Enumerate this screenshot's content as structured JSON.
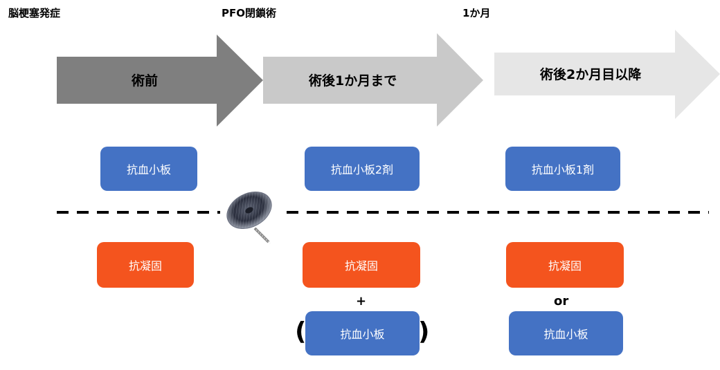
{
  "timeline": {
    "onset_label": "脳梗塞発症",
    "procedure_label": "PFO閉鎖術",
    "one_month_label": "1か月"
  },
  "phases": [
    {
      "label": "術前",
      "color": "#7F7F7F"
    },
    {
      "label": "術後1か月まで",
      "color": "#C9C9C9"
    },
    {
      "label": "術後2か月目以降",
      "color": "#E6E6E6"
    }
  ],
  "antiplatelet": {
    "preop": "抗血小板",
    "postop_1m": "抗血小板2剤",
    "postop_2m": "抗血小板1剤"
  },
  "anticoagulant": {
    "preop": "抗凝固",
    "postop_1m": "抗凝固",
    "postop_1m_plus": "+",
    "postop_1m_optional": "抗血小板",
    "paren_open": "(",
    "paren_close": ")",
    "postop_2m": "抗凝固",
    "postop_2m_or": "or",
    "postop_2m_alt": "抗血小板"
  },
  "device": {
    "icon": "pfo-occluder-icon"
  },
  "colors": {
    "antiplatelet_box": "#4472C4",
    "anticoagulant_box": "#F4541E"
  }
}
